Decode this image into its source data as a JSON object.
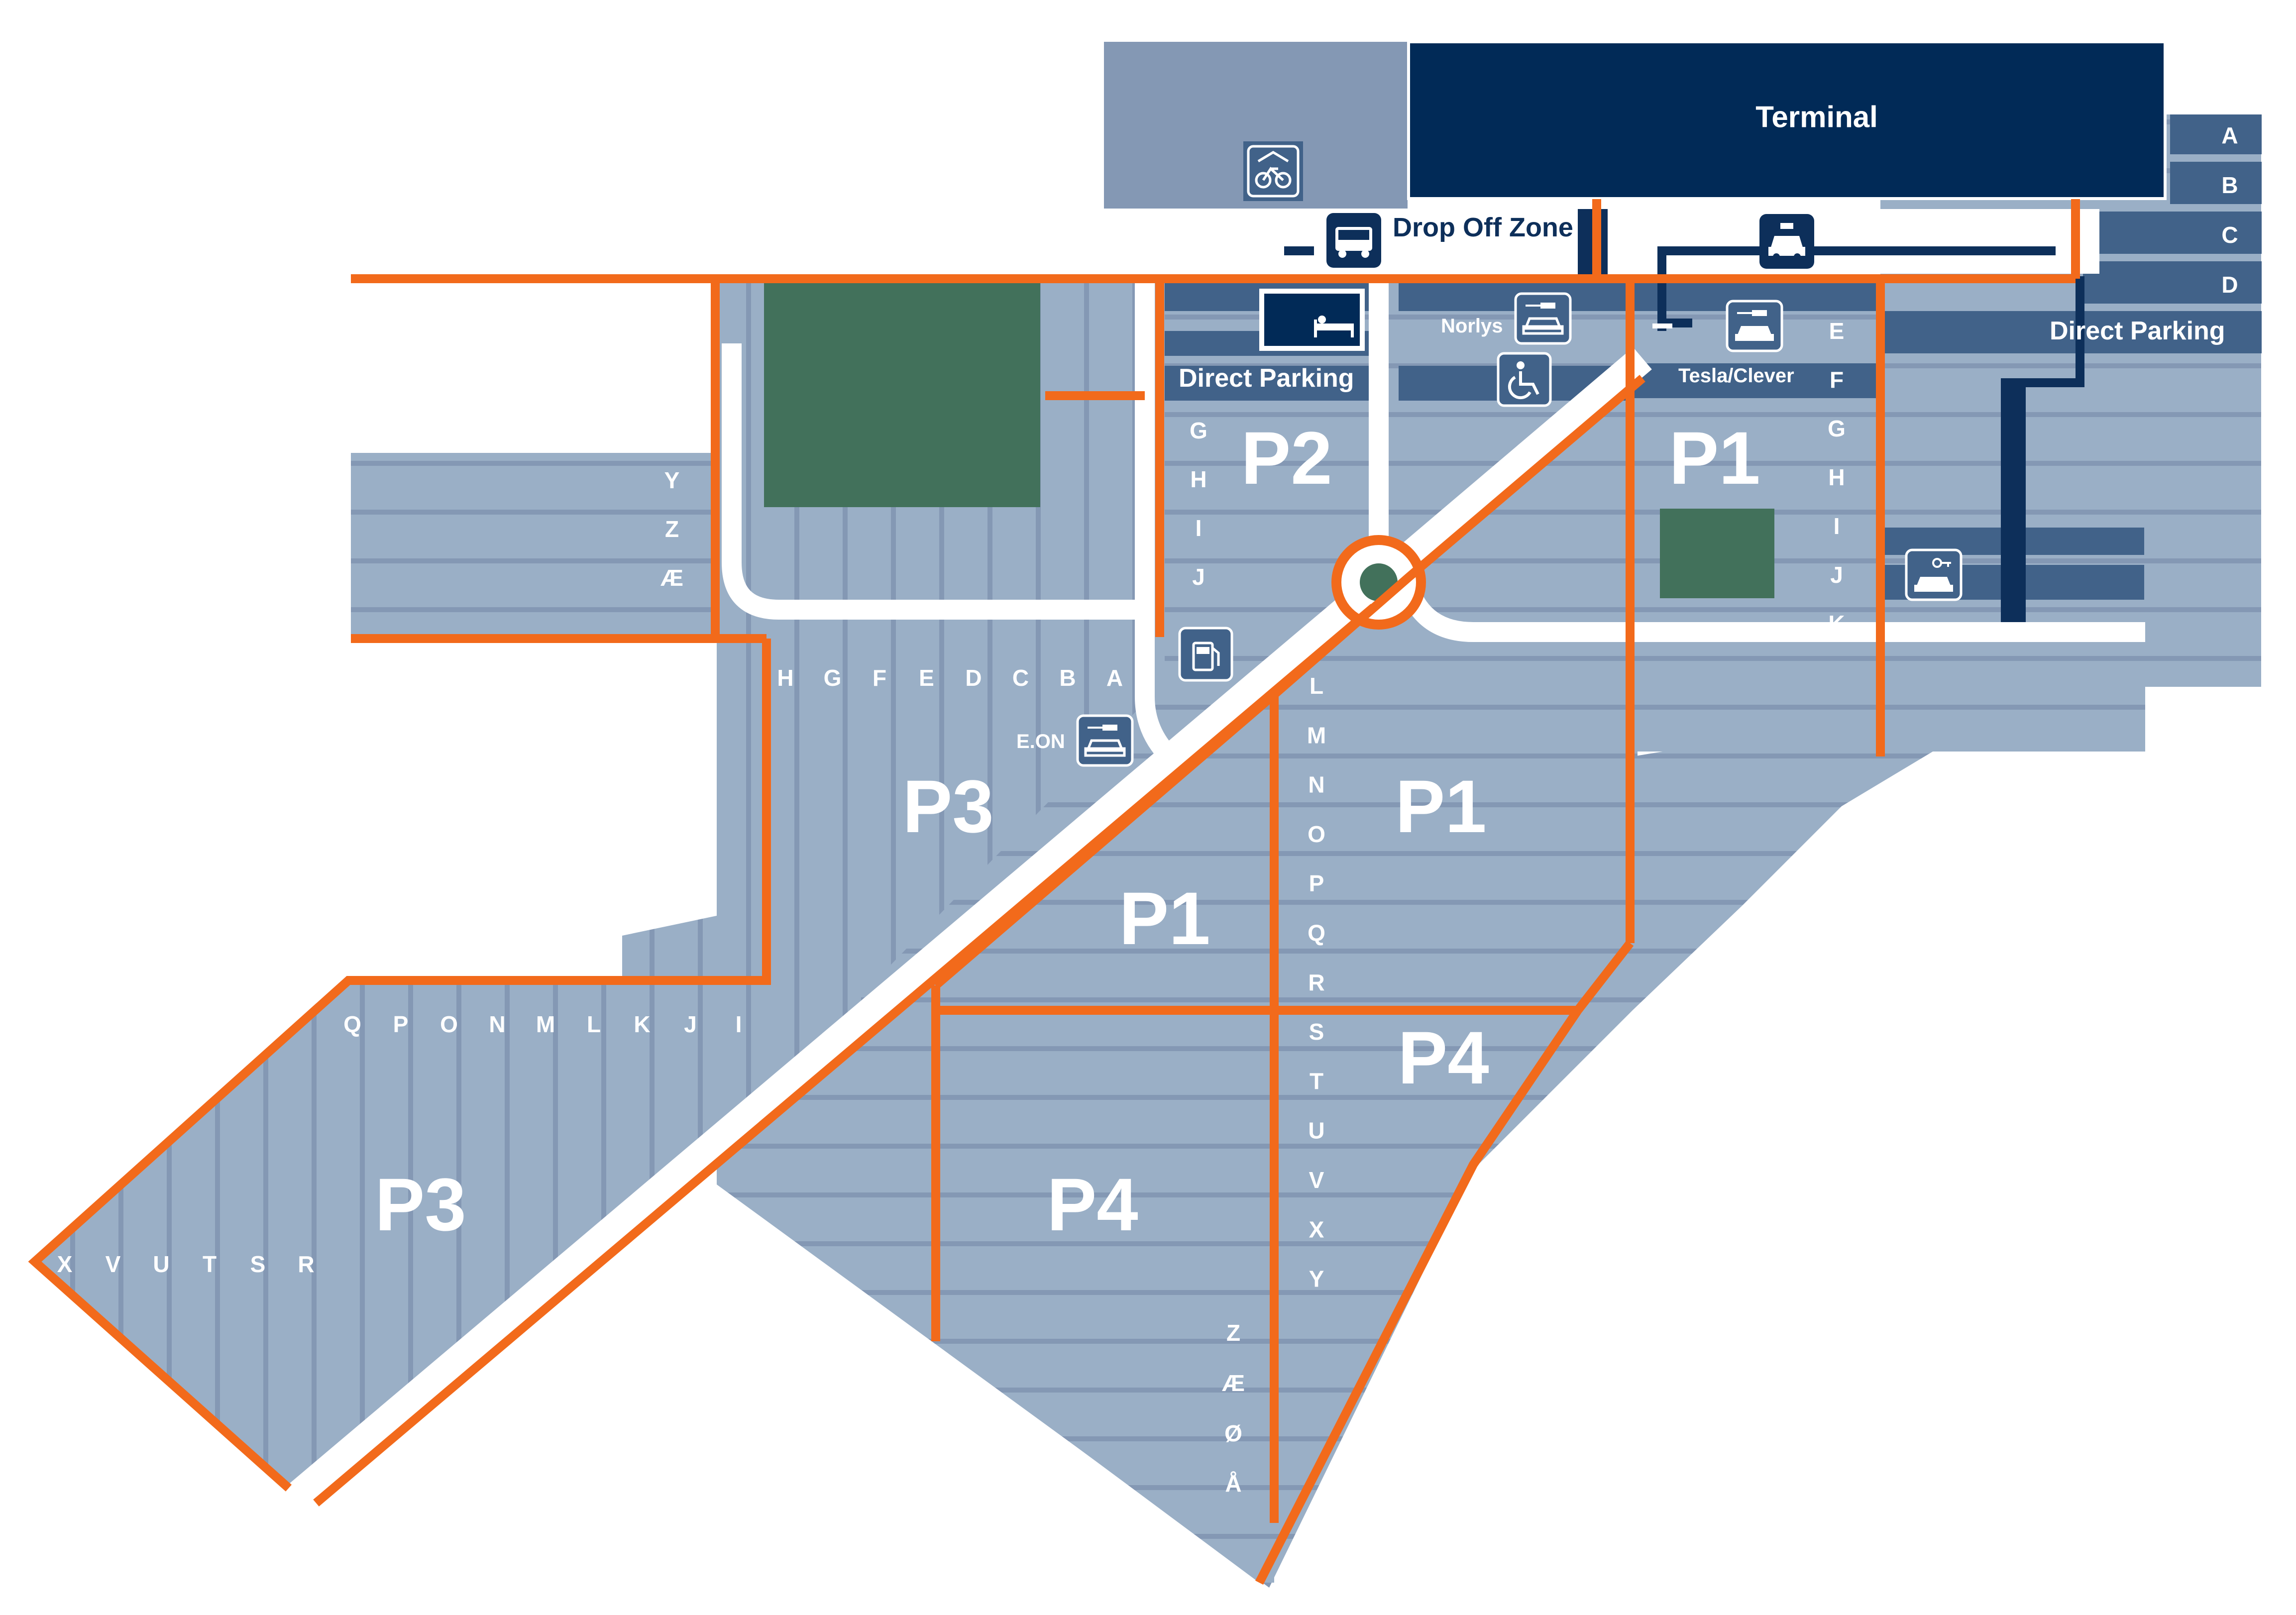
{
  "terminal": {
    "title": "Terminal"
  },
  "drop_off": {
    "label": "Drop Off Zone"
  },
  "direct_parking": {
    "left": "Direct Parking",
    "right": "Direct Parking"
  },
  "chargers": {
    "norlys": "Norlys",
    "tesla": "Tesla/Clever",
    "eon": "E.ON"
  },
  "zones": {
    "p1a": "P1",
    "p1b": "P1",
    "p1c": "P1",
    "p2": "P2",
    "p3a": "P3",
    "p3b": "P3",
    "p4a": "P4",
    "p4b": "P4"
  },
  "rows": {
    "terminal_gates": [
      "A",
      "B",
      "C",
      "D"
    ],
    "p1_upper": [
      "E",
      "F",
      "G",
      "H",
      "I",
      "J",
      "K"
    ],
    "p2": [
      "G",
      "H",
      "I",
      "J"
    ],
    "west": [
      "Y",
      "Z",
      "Æ"
    ],
    "p3_top": [
      "H",
      "G",
      "F",
      "E",
      "D",
      "C",
      "B",
      "A"
    ],
    "p3_mid": [
      "Q",
      "P",
      "O",
      "N",
      "M",
      "L",
      "K",
      "J",
      "I"
    ],
    "p3_low": [
      "X",
      "V",
      "U",
      "T",
      "S",
      "R"
    ],
    "central": [
      "L",
      "M",
      "N",
      "O",
      "P",
      "Q",
      "R",
      "S",
      "T",
      "U",
      "V",
      "X",
      "Y"
    ],
    "south": [
      "Z",
      "Æ",
      "Ø",
      "Å"
    ]
  },
  "icons": {
    "bicycle": "bicycle-icon",
    "bus": "bus-icon",
    "taxi": "taxi-icon",
    "hotel": "hotel-bed-icon",
    "ev_charger": "ev-charger-icon",
    "accessible": "wheelchair-icon",
    "fuel": "fuel-pump-icon",
    "car_rental": "car-key-icon"
  },
  "colors": {
    "lot": "#9aafc6",
    "lot_dark": "#8498b4",
    "stripe": "#7f93b0",
    "terminal": "#012a57",
    "band": "#416289",
    "road": "#ffffff",
    "zone_border": "#f26a1b",
    "green": "#42715b",
    "navy": "#0d2f5a"
  }
}
